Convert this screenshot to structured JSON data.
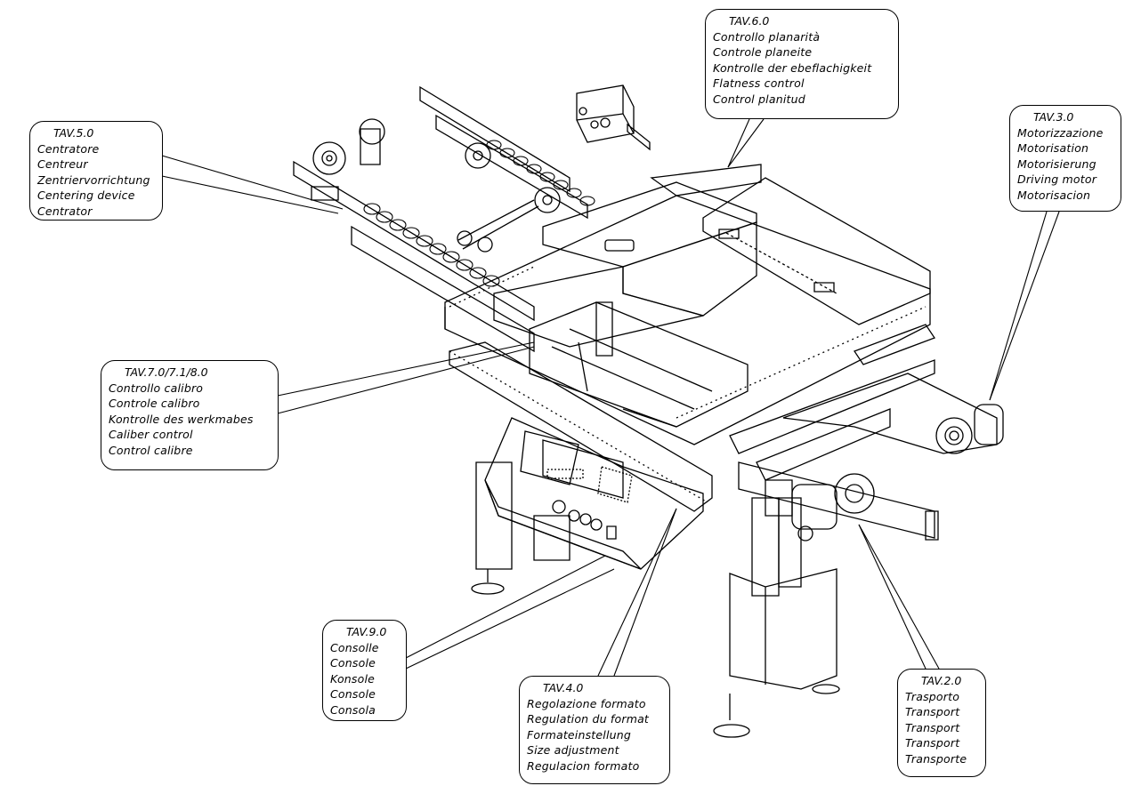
{
  "title": "Machine assembly overview",
  "callouts": [
    {
      "id": "tav-6-0",
      "code": "TAV.6.0",
      "lines": [
        "Controllo planarità",
        "Controle planeite",
        "Kontrolle der ebeflachigkeit",
        "Flatness control",
        "Control planitud"
      ]
    },
    {
      "id": "tav-5-0",
      "code": "TAV.5.0",
      "lines": [
        "Centratore",
        "Centreur",
        "Zentriervorrichtung",
        "Centering device",
        "Centrator"
      ]
    },
    {
      "id": "tav-3-0",
      "code": "TAV.3.0",
      "lines": [
        "Motorizzazione",
        "Motorisation",
        "Motorisierung",
        "Driving motor",
        "Motorisacion"
      ]
    },
    {
      "id": "tav-7-0",
      "code": "TAV.7.0/7.1/8.0",
      "lines": [
        "Controllo calibro",
        "Controle calibro",
        "Kontrolle des werkmabes",
        "Caliber control",
        "Control calibre"
      ]
    },
    {
      "id": "tav-9-0",
      "code": "TAV.9.0",
      "lines": [
        "Consolle",
        "Console",
        "Konsole",
        "Console",
        "Consola"
      ]
    },
    {
      "id": "tav-4-0",
      "code": "TAV.4.0",
      "lines": [
        "Regolazione formato",
        "Regulation du format",
        "Formateinstellung",
        "Size adjustment",
        "Regulacion formato"
      ]
    },
    {
      "id": "tav-2-0",
      "code": "TAV.2.0",
      "lines": [
        "Trasporto",
        "Transport",
        "Transport",
        "Transport",
        "Transporte"
      ]
    }
  ],
  "colors": {
    "ink": "#000000",
    "paper": "#ffffff"
  }
}
